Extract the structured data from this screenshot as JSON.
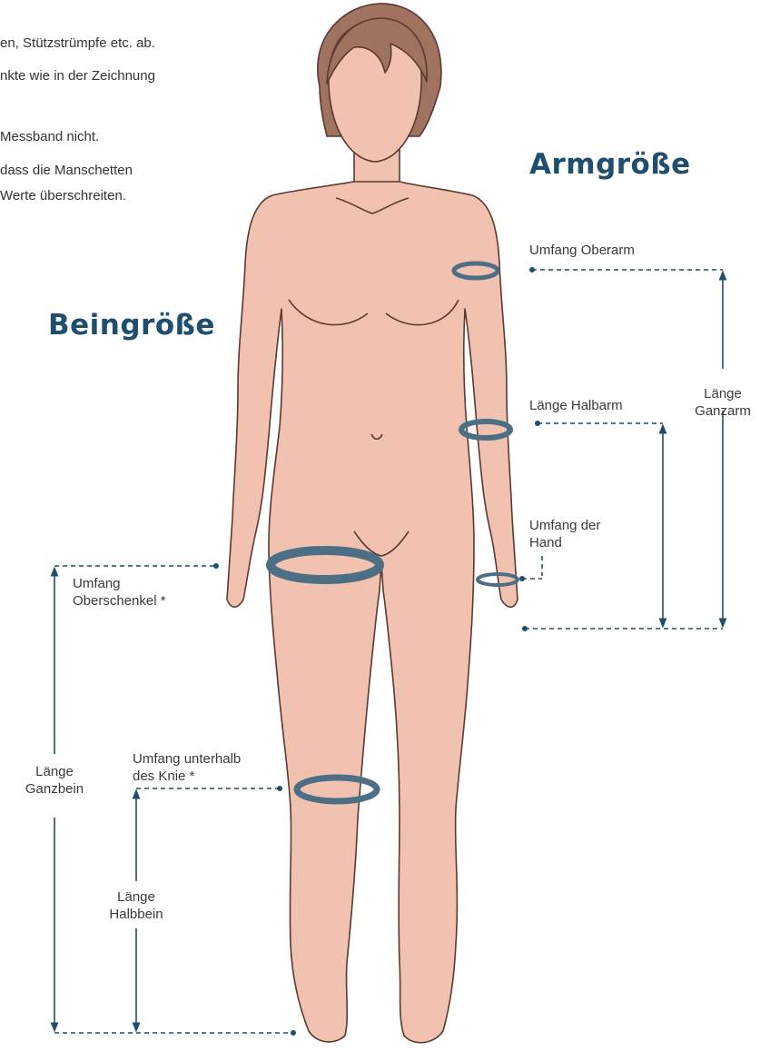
{
  "intro": {
    "line1": "en, Stützstrümpfe etc. ab.",
    "line2": "nkte wie in der Zeichnung",
    "line3": "Messband nicht.",
    "line4": "dass die Manschetten",
    "line5": "Werte überschreiten."
  },
  "arm": {
    "heading": "Armgröße",
    "umfang_oberarm": "Umfang Oberarm",
    "laenge_halbarm": "Länge Halbarm",
    "laenge_ganzarm_1": "Länge",
    "laenge_ganzarm_2": "Ganzarm",
    "umfang_hand_1": "Umfang der",
    "umfang_hand_2": "Hand"
  },
  "leg": {
    "heading": "Beingröße",
    "umfang_oberschenkel_1": "Umfang",
    "umfang_oberschenkel_2": "Oberschenkel *",
    "laenge_ganzbein_1": "Länge",
    "laenge_ganzbein_2": "Ganzbein",
    "umfang_knie_1": "Umfang unterhalb",
    "umfang_knie_2": "des Knie *",
    "laenge_halbbein_1": "Länge",
    "laenge_halbbein_2": "Halbbein"
  },
  "colors": {
    "accent": "#1f4e6e",
    "skin": "#f2c2b0",
    "skin_outline": "#5a3a30",
    "hair": "#a07260",
    "band": "#4d6f86"
  }
}
